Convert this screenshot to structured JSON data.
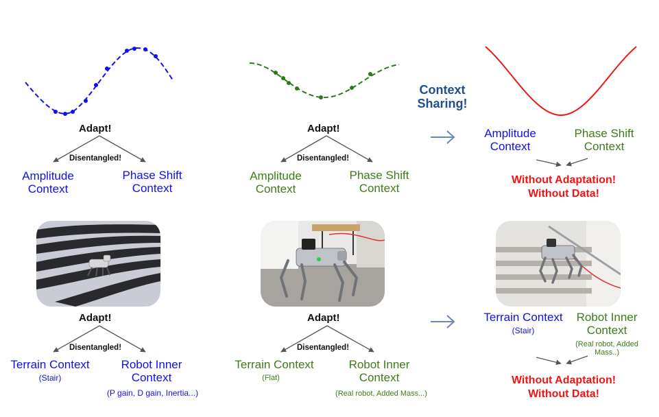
{
  "top_row": {
    "panel1": {
      "adapt": "Adapt!",
      "disentangled": "Disentangled!",
      "left_context": [
        "Amplitude",
        "Context"
      ],
      "right_context": [
        "Phase Shift",
        "Context"
      ]
    },
    "panel2": {
      "adapt": "Adapt!",
      "disentangled": "Disentangled!",
      "left_context": [
        "Amplitude",
        "Context"
      ],
      "right_context": [
        "Phase Shift",
        "Context"
      ]
    },
    "context_sharing": [
      "Context",
      "Sharing!"
    ],
    "panel3": {
      "left_context": [
        "Amplitude",
        "Context"
      ],
      "right_context": [
        "Phase Shift",
        "Context"
      ],
      "result": [
        "Without Adaptation!",
        "Without Data!"
      ]
    }
  },
  "bottom_row": {
    "panel1": {
      "adapt": "Adapt!",
      "disentangled": "Disentangled!",
      "left_context": "Terrain Context",
      "left_sub": "(Stair)",
      "right_context": [
        "Robot Inner",
        "Context"
      ],
      "right_sub": "(P gain, D gain, Inertia...)"
    },
    "panel2": {
      "adapt": "Adapt!",
      "disentangled": "Disentangled!",
      "left_context": "Terrain Context",
      "left_sub": "(Flat)",
      "right_context": [
        "Robot Inner",
        "Context"
      ],
      "right_sub": "(Real robot, Added Mass...)"
    },
    "panel3": {
      "left_context": "Terrain Context",
      "left_sub": "(Stair)",
      "right_context": [
        "Robot Inner",
        "Context"
      ],
      "right_sub": [
        "(Real robot, Added",
        "Mass..)"
      ],
      "result": [
        "Without Adaptation!",
        "Without Data!"
      ]
    }
  },
  "colors": {
    "blue": "#1010e8",
    "green": "#3e7b1a",
    "red": "#f01414",
    "navy": "#1f4f8c",
    "arrow": "#6b87b3"
  },
  "icons": [
    "right-arrow-icon"
  ]
}
